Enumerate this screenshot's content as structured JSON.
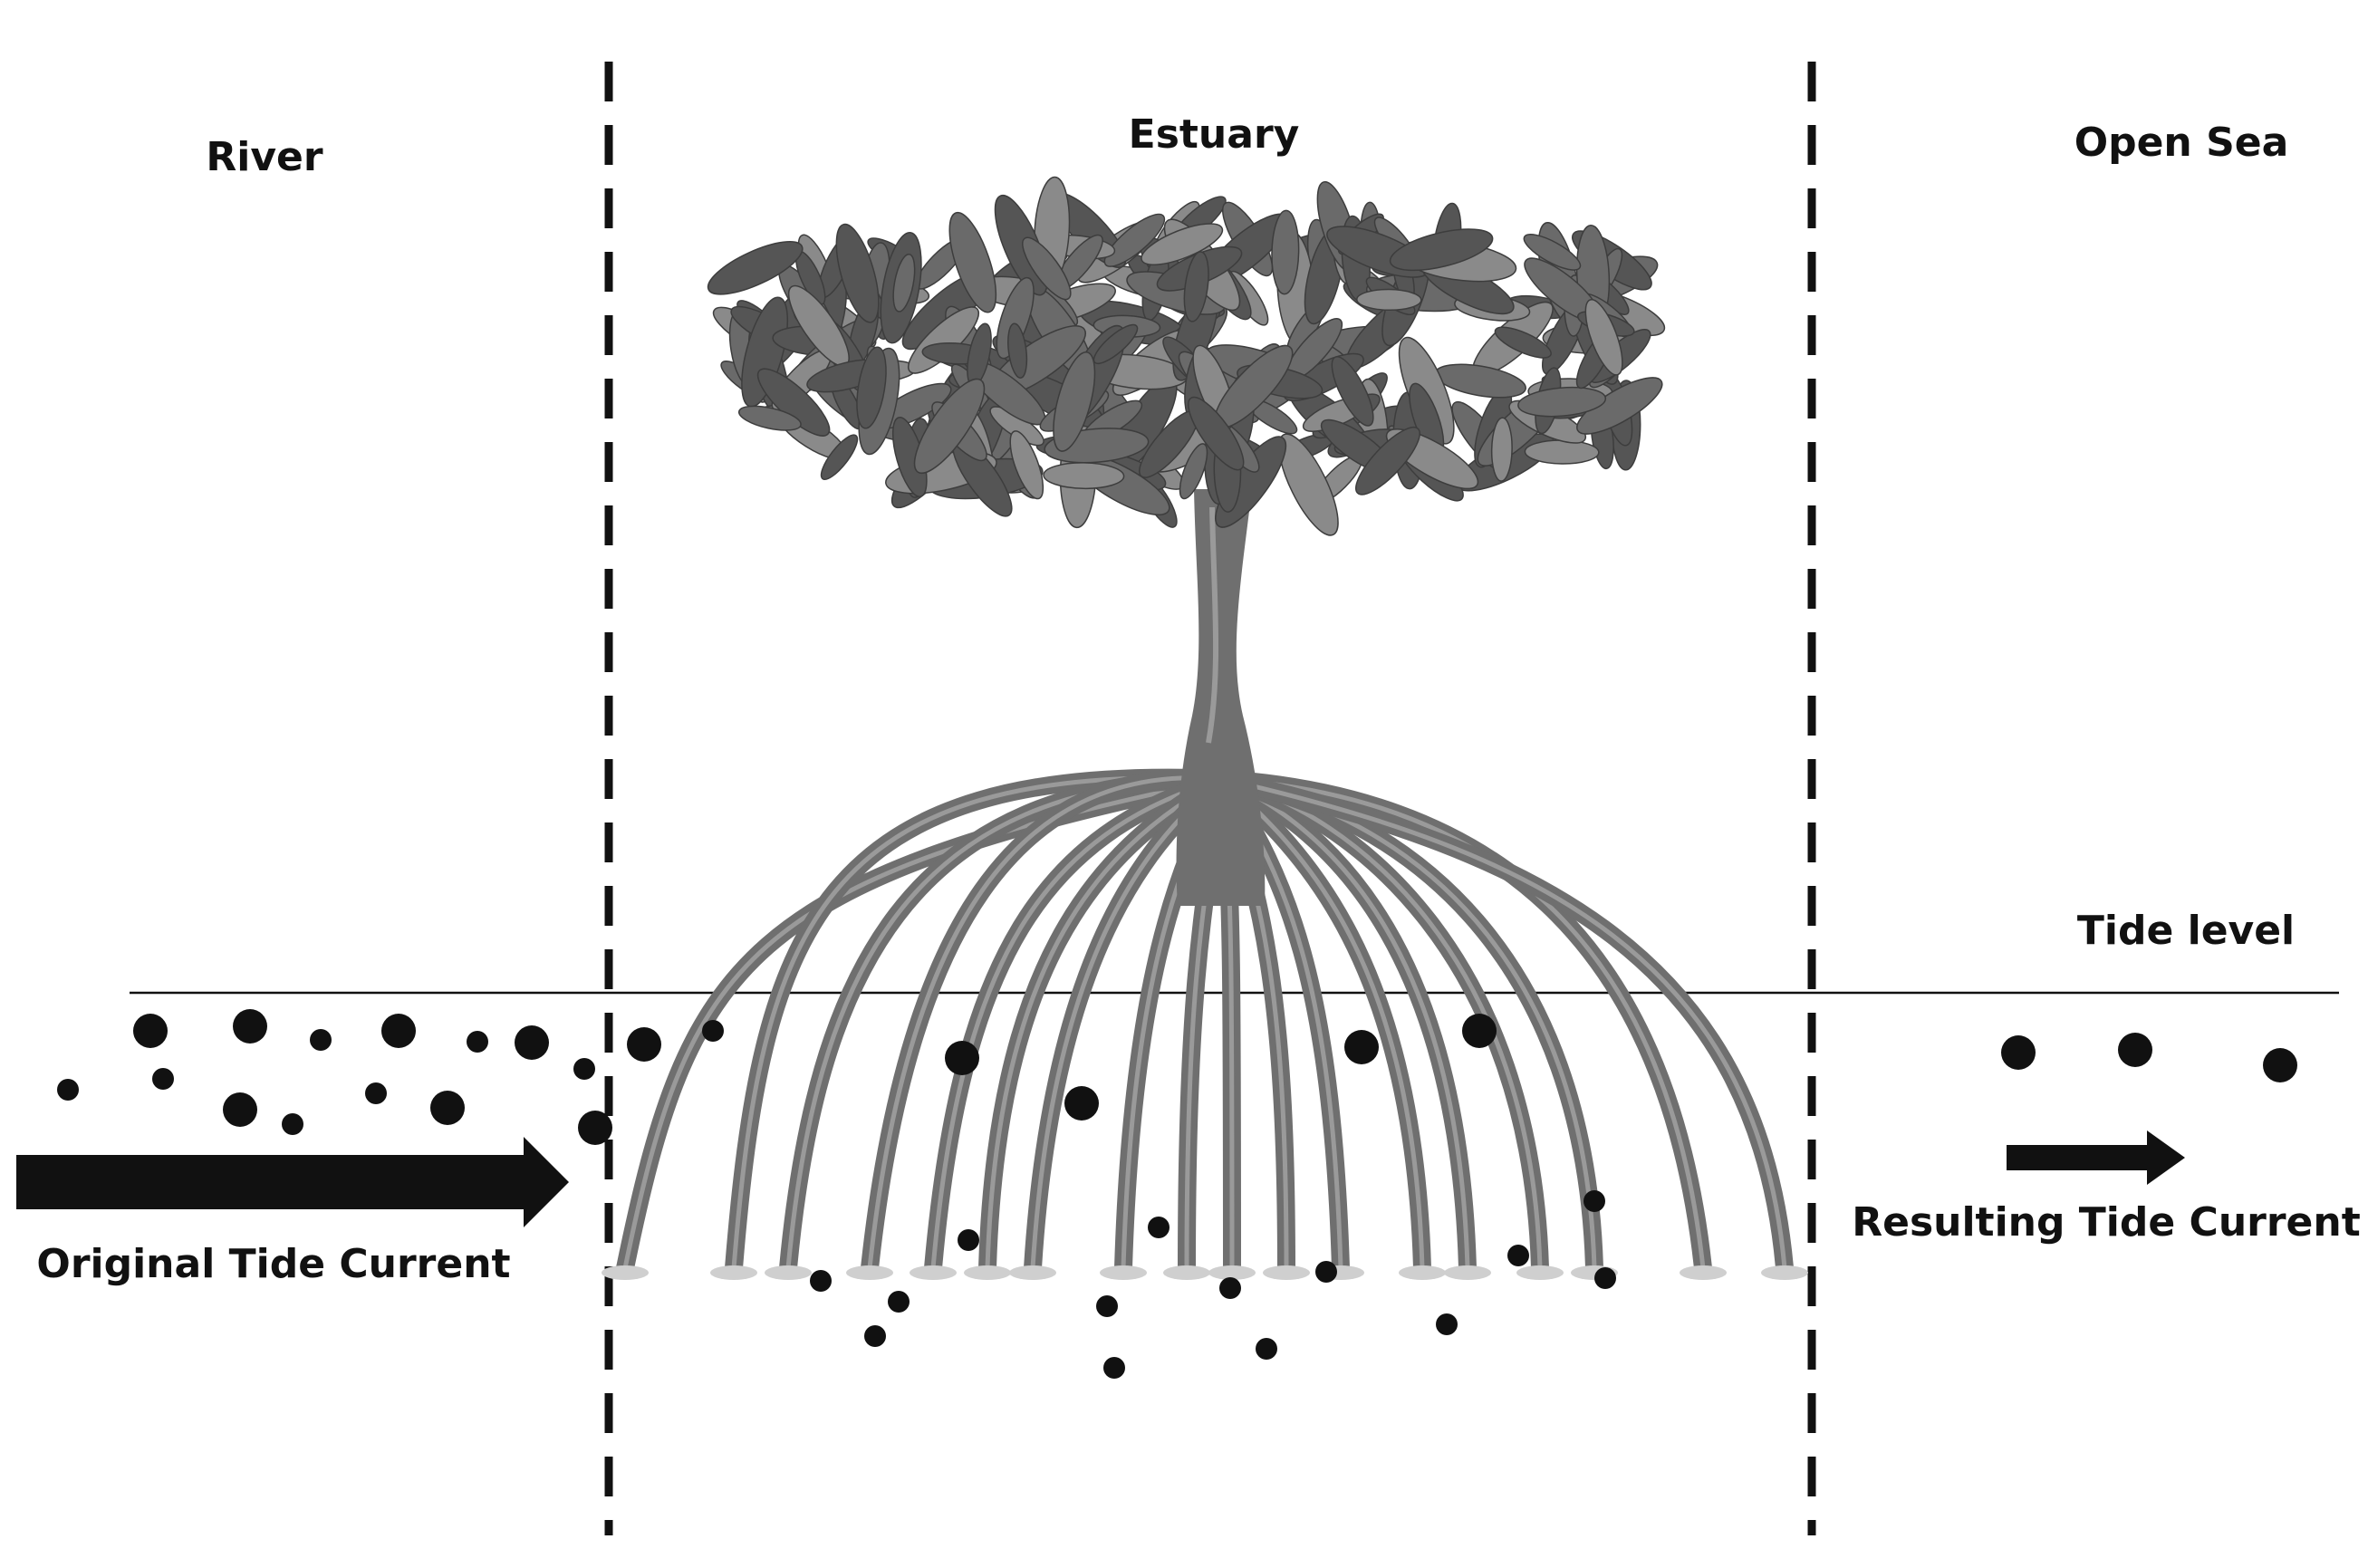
{
  "zones": {
    "river": "River",
    "estuary": "Estuary",
    "open_sea": "Open Sea"
  },
  "tide_level_label": "Tide level",
  "currents": {
    "original": "Original Tide Current",
    "resulting": "Resulting Tide Current"
  },
  "colors": {
    "ink": "#111111",
    "tree_trunk": "#6f6f6f",
    "tree_root_highlight": "#9a9a9a",
    "canopy_dark": "#555555",
    "canopy_light": "#8a8a8a"
  }
}
